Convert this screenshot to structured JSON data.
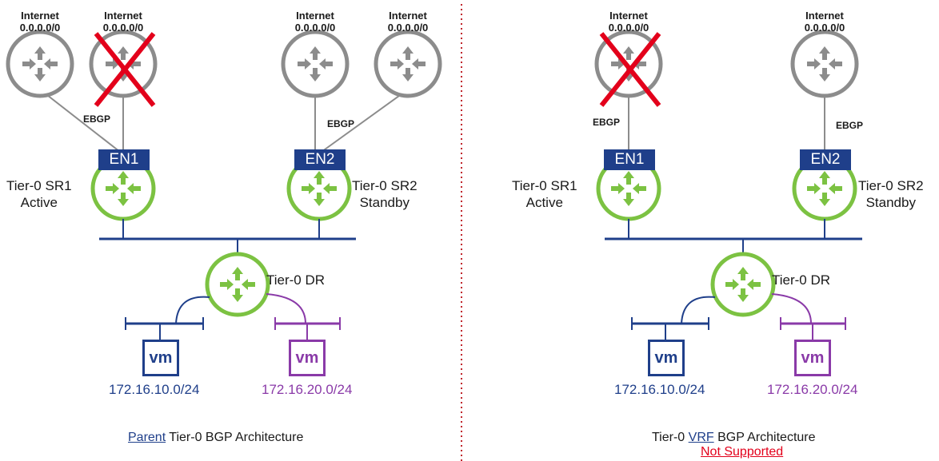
{
  "left": {
    "internet": [
      {
        "label": "Internet",
        "prefix": "0.0.0.0/0"
      },
      {
        "label": "Internet",
        "prefix": "0.0.0.0/0"
      },
      {
        "label": "Internet",
        "prefix": "0.0.0.0/0"
      },
      {
        "label": "Internet",
        "prefix": "0.0.0.0/0"
      }
    ],
    "ebgp": [
      "EBGP",
      "EBGP"
    ],
    "en1": "EN1",
    "en2": "EN2",
    "sr1": {
      "name": "Tier-0 SR1",
      "state": "Active"
    },
    "sr2": {
      "name": "Tier-0 SR2",
      "state": "Standby"
    },
    "dr": "Tier-0 DR",
    "vm1": {
      "label": "vm",
      "subnet": "172.16.10.0/24"
    },
    "vm2": {
      "label": "vm",
      "subnet": "172.16.20.0/24"
    },
    "caption": {
      "underlined": "Parent",
      "rest": " Tier-0 BGP Architecture"
    }
  },
  "right": {
    "internet": [
      {
        "label": "Internet",
        "prefix": "0.0.0.0/0"
      },
      {
        "label": "Internet",
        "prefix": "0.0.0.0/0"
      }
    ],
    "ebgp": [
      "EBGP",
      "EBGP"
    ],
    "en1": "EN1",
    "en2": "EN2",
    "sr1": {
      "name": "Tier-0 SR1",
      "state": "Active"
    },
    "sr2": {
      "name": "Tier-0 SR2",
      "state": "Standby"
    },
    "dr": "Tier-0 DR",
    "vm1": {
      "label": "vm",
      "subnet": "172.16.10.0/24"
    },
    "vm2": {
      "label": "vm",
      "subnet": "172.16.20.0/24"
    },
    "caption": {
      "pre": "Tier-0 ",
      "underlined": "VRF",
      "rest": " BGP Architecture",
      "status": "Not Supported"
    }
  },
  "colors": {
    "blue": "#1f3f8a",
    "purple": "#8a3aa8",
    "green": "#7cc242",
    "gray": "#8c8c8c",
    "red": "#e3001b",
    "divider": "#c0262d"
  }
}
